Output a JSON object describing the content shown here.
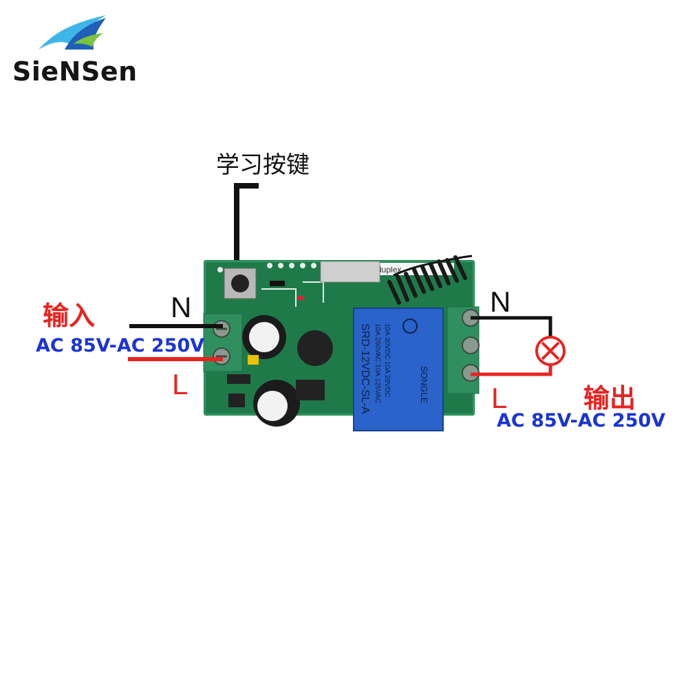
{
  "brand": {
    "name": "SieNSen",
    "logo_icon": "wave-logo-icon",
    "colors": {
      "wave_light": "#3fb6e8",
      "wave_dark": "#1f5fb8",
      "wave_green": "#7cc242",
      "text": "#151515"
    }
  },
  "labels": {
    "learn_key": "学习按键",
    "input": "输入",
    "output": "输出",
    "input_range": "AC 85V-AC 250V",
    "output_range": "AC 85V-AC 250V",
    "input_n": "N",
    "input_l": "L",
    "output_n": "N",
    "output_l": "L"
  },
  "board": {
    "relay_icon": "relay-module-icon",
    "antenna_icon": "coil-antenna-icon",
    "button_icon": "learn-push-button-icon",
    "relay_text_lines": [
      "SONGLE",
      "SRD-12VDC-SL-A",
      "10A 250VAC  10A 125VAC",
      "10A 30VDC  10A 28VDC"
    ]
  },
  "load": {
    "icon": "lamp-load-icon"
  },
  "colors": {
    "wire_neutral": "#111111",
    "wire_live": "#e8231f",
    "label_red": "#e8231f",
    "label_blue": "#1a34d6",
    "pcb": "#1f7a4a",
    "terminal": "#2f8f5f",
    "relay": "#2a63c9"
  }
}
